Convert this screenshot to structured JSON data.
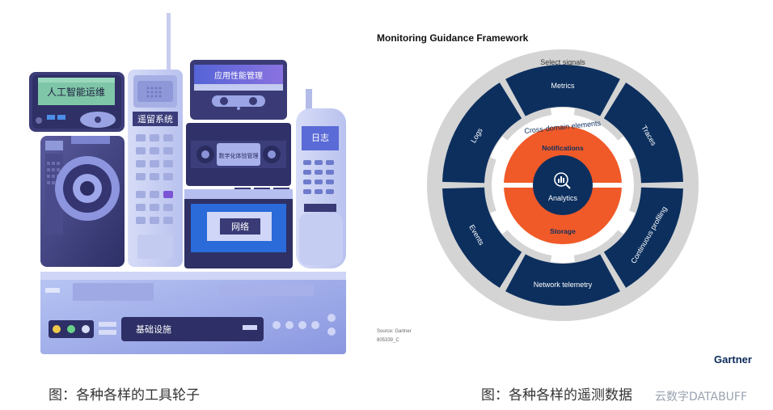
{
  "left_illustration": {
    "labels": {
      "ai_ops": "人工智能运维",
      "apm": "应用性能管理",
      "telemetry": "遥留系统",
      "dem": "数字化体验管理",
      "logs": "日志",
      "network": "网络",
      "infra": "基础设施"
    },
    "caption": "图：各种各样的工具轮子"
  },
  "framework": {
    "title": "Monitoring Guidance Framework",
    "outer_ring_label": "Select signals",
    "segments": [
      "Metrics",
      "Traces",
      "Continuous profiling",
      "Network telemetry",
      "Events",
      "Logs"
    ],
    "inner_ring_label": "Cross-domain elements",
    "center_top": "Notifications",
    "center_bottom": "Storage",
    "center": "Analytics",
    "source": "Source: Gartner",
    "id": "805339_C",
    "logo": "Gartner",
    "caption": "图：各种各样的遥测数据",
    "colors": {
      "navy": "#0c2f5e",
      "orange": "#f05a28",
      "grey": "#d4d4d4"
    }
  },
  "watermark": "云数字DATABUFF"
}
